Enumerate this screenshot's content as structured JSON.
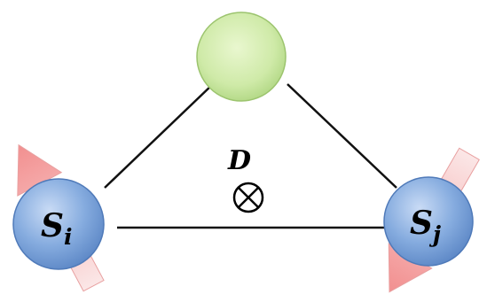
{
  "diagram": {
    "nodes": {
      "left": {
        "symbol": "S",
        "subscript": "i",
        "color": "#7da7dd"
      },
      "right": {
        "symbol": "S",
        "subscript": "j",
        "color": "#7da7dd"
      },
      "top": {
        "color": "#cfeaa8"
      }
    },
    "center_label": "D",
    "center_symbol": "cross-in-circle",
    "arrow_color": "#f29a9a",
    "edge_color": "#111111"
  }
}
